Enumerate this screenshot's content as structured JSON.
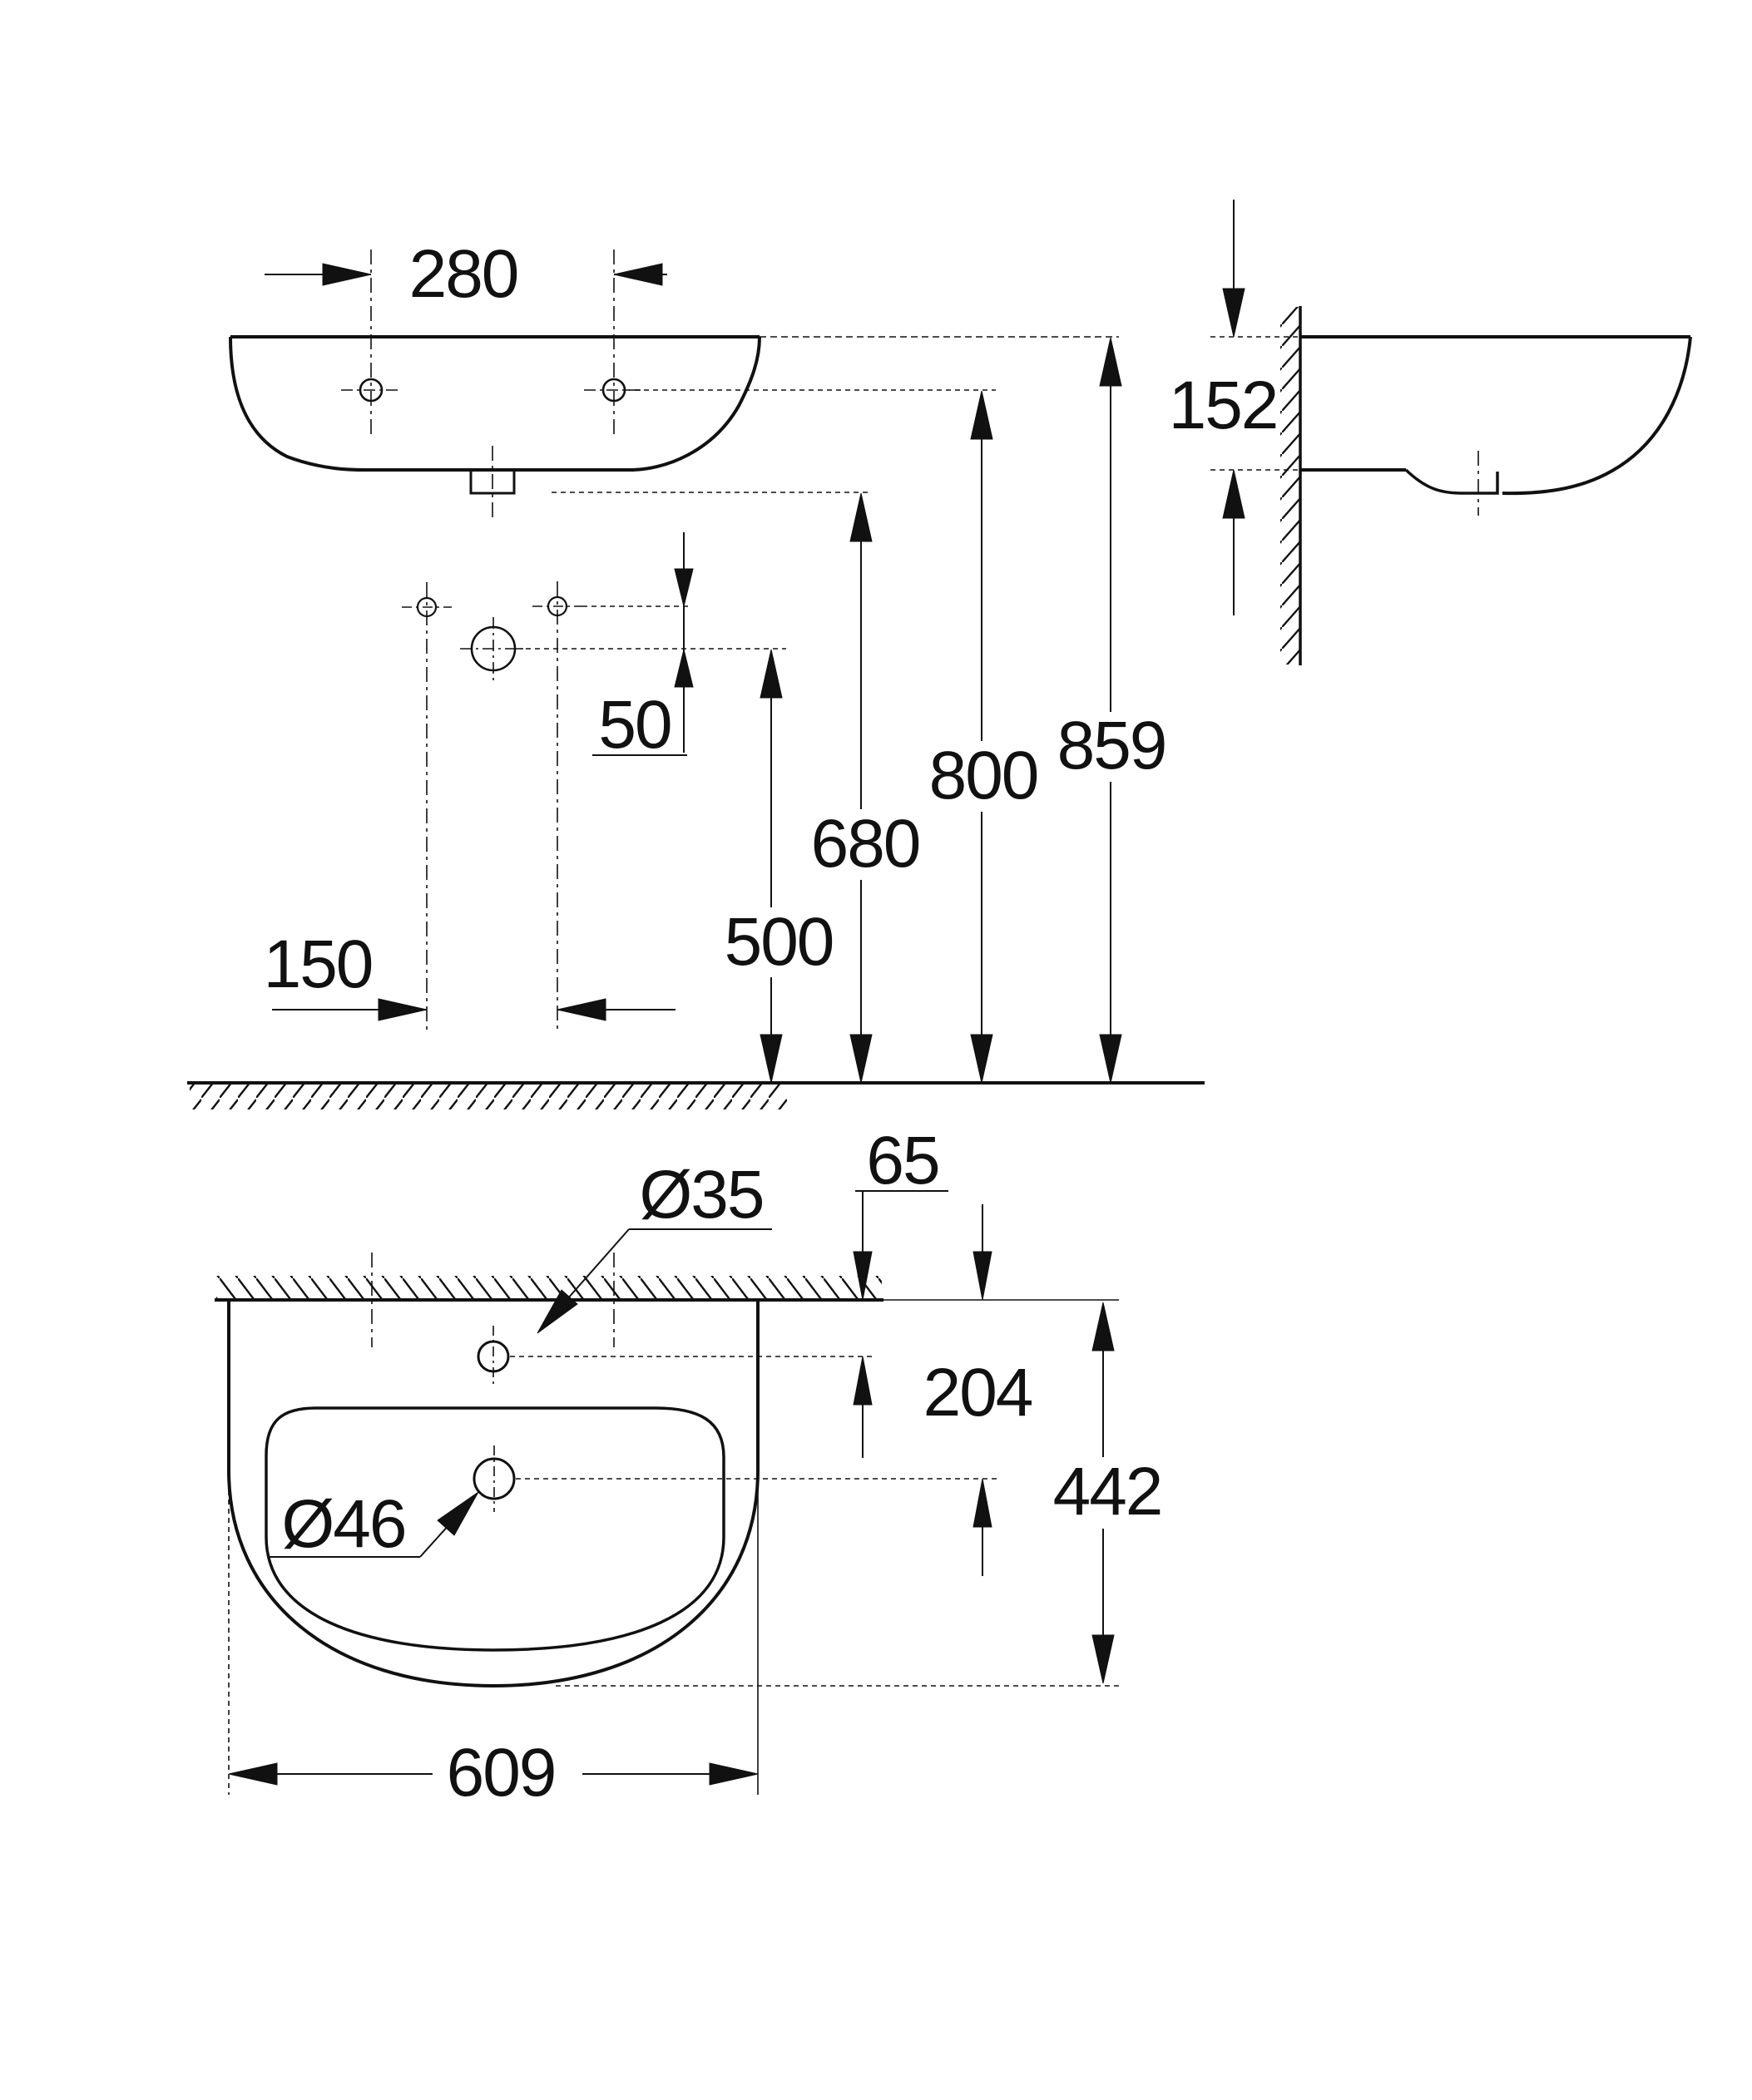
{
  "drawing": {
    "type": "technical dimension drawing",
    "subject": "wall-mounted wash basin, three orthographic views",
    "colors": {
      "line": "#111111",
      "background": "#ffffff"
    },
    "views": {
      "front_view": {
        "dimension_values": [
          "280",
          "50",
          "150",
          "500",
          "680",
          "800",
          "859"
        ]
      },
      "side_view": {
        "dimension_values": [
          "152"
        ]
      },
      "plan_view": {
        "dimension_values": [
          "Ø35",
          "65",
          "204",
          "442",
          "Ø46",
          "609"
        ]
      }
    },
    "labels": {
      "hole_spacing": "280",
      "basin_height": "152",
      "fixing_offset": "50",
      "fixing_spacing": "150",
      "height_drain": "500",
      "height_underside": "680",
      "height_fixing_holes": "800",
      "height_rim": "859",
      "tap_hole_diameter": "Ø35",
      "tap_hole_offset": "65",
      "drain_offset": "204",
      "basin_depth": "442",
      "drain_diameter": "Ø46",
      "basin_width": "609"
    }
  }
}
